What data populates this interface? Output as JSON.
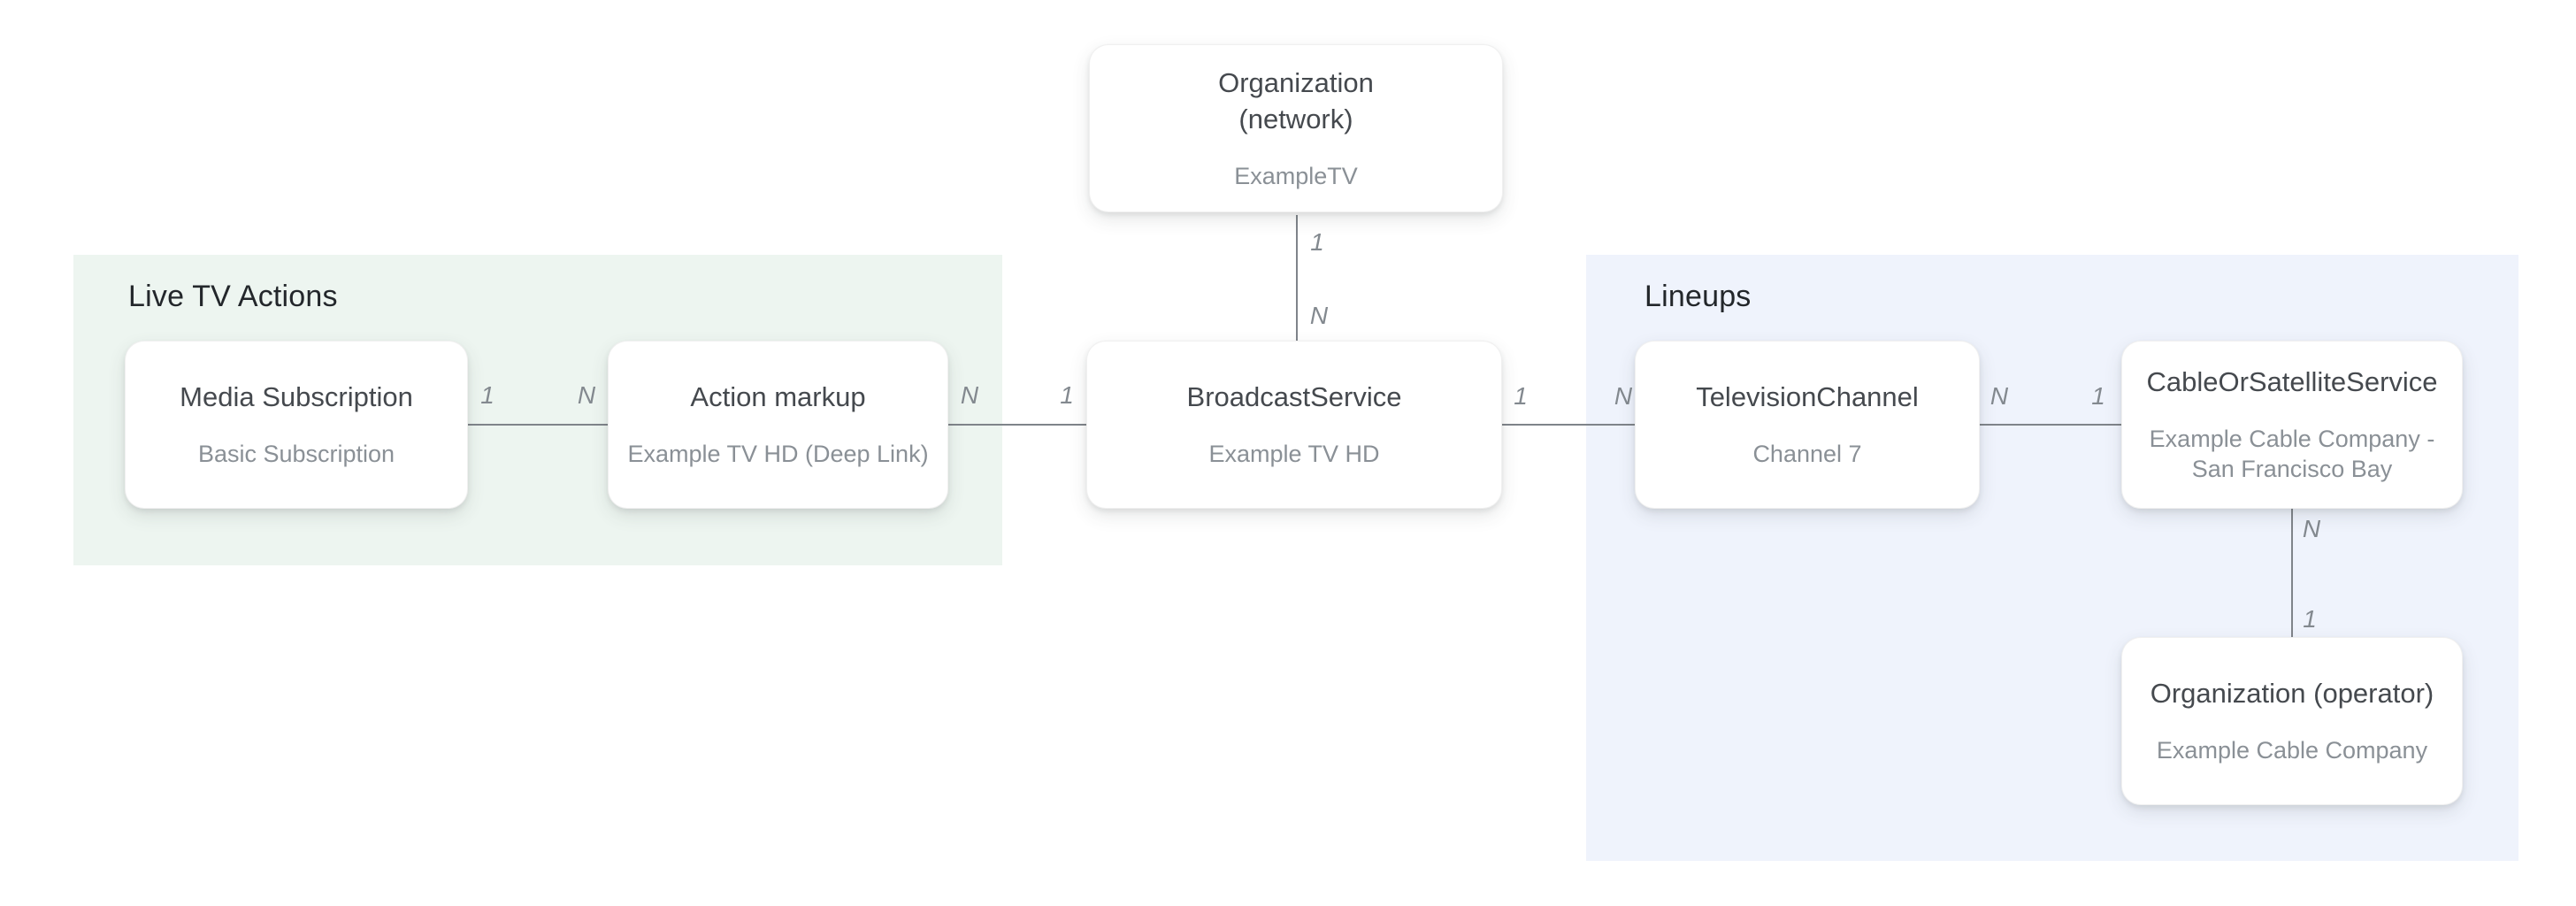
{
  "colors": {
    "live_tv_actions_bg": "#edf5f0",
    "lineups_bg": "#eff3fc",
    "connector_line": "#7f848a",
    "node_title_text": "#45494e",
    "node_subtitle_text": "#8a9096",
    "section_label_text": "#23272b",
    "cardinality_label_text": "#83898f"
  },
  "sections": [
    {
      "id": "live-tv-actions",
      "label": "Live TV Actions",
      "bg": "#edf5f0"
    },
    {
      "id": "lineups",
      "label": "Lineups",
      "bg": "#eff3fc"
    }
  ],
  "nodes": [
    {
      "id": "organization-network",
      "title": "Organization (network)",
      "subtitle": "ExampleTV"
    },
    {
      "id": "media-subscription",
      "title": "Media Subscription",
      "subtitle": "Basic Subscription"
    },
    {
      "id": "action-markup",
      "title": "Action markup",
      "subtitle": "Example TV HD (Deep Link)"
    },
    {
      "id": "broadcast-service",
      "title": "BroadcastService",
      "subtitle": "Example TV HD"
    },
    {
      "id": "television-channel",
      "title": "TelevisionChannel",
      "subtitle": "Channel 7"
    },
    {
      "id": "cable-or-satellite-service",
      "title": "CableOrSatelliteService",
      "subtitle": "Example Cable Company - San Francisco Bay"
    },
    {
      "id": "organization-operator",
      "title": "Organization (operator)",
      "subtitle": "Example Cable Company"
    }
  ],
  "edges": [
    {
      "from": "media-subscription",
      "to": "action-markup",
      "from_label": "1",
      "to_label": "N"
    },
    {
      "from": "action-markup",
      "to": "broadcast-service",
      "from_label": "N",
      "to_label": "1"
    },
    {
      "from": "broadcast-service",
      "to": "television-channel",
      "from_label": "1",
      "to_label": "N"
    },
    {
      "from": "television-channel",
      "to": "cable-or-satellite-service",
      "from_label": "N",
      "to_label": "1"
    },
    {
      "from": "organization-network",
      "to": "broadcast-service",
      "from_label": "1",
      "to_label": "N"
    },
    {
      "from": "cable-or-satellite-service",
      "to": "organization-operator",
      "from_label": "N",
      "to_label": "1"
    }
  ]
}
